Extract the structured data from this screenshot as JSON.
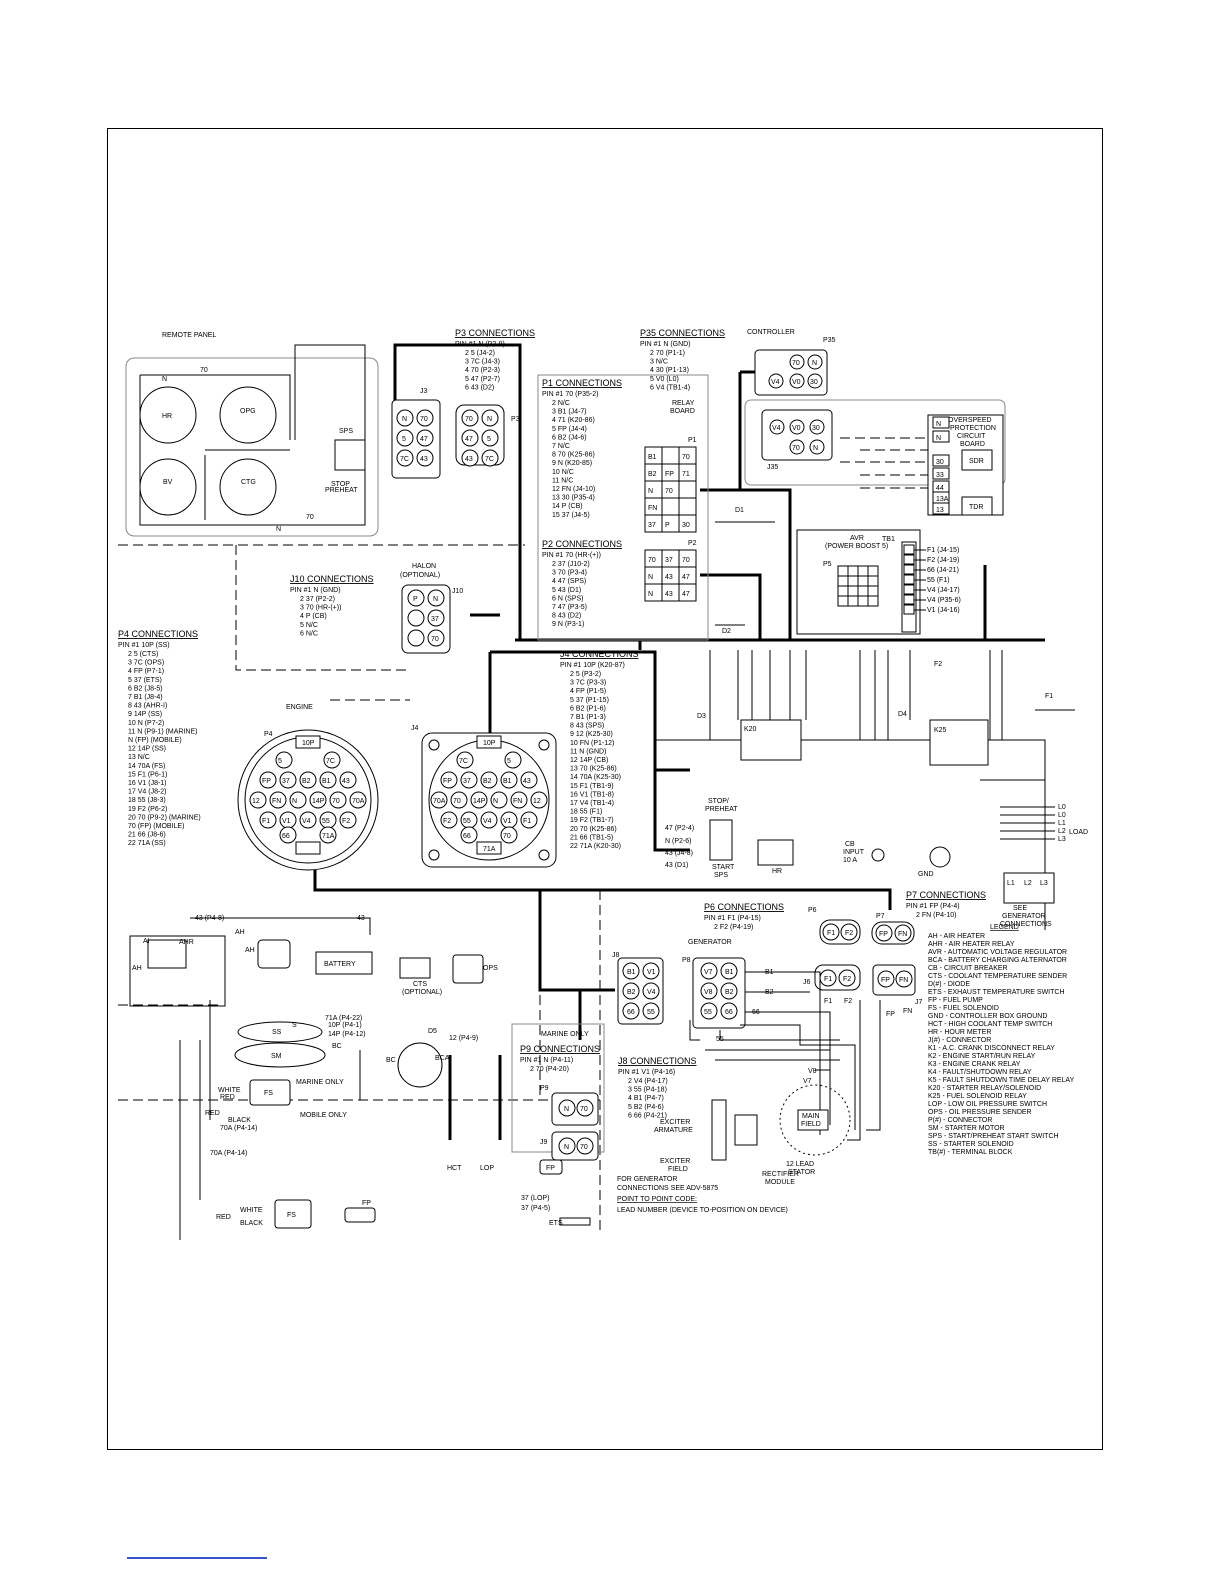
{
  "labels": {
    "remote_panel": "REMOTE PANEL",
    "controller": "CONTROLLER",
    "halon": "HALON",
    "halon2": "(OPTIONAL)",
    "engine": "ENGINE",
    "generator": "GENERATOR",
    "marine_only": "MARINE ONLY",
    "mobile_only": "MOBILE ONLY",
    "marine_only2": "MARINE ONLY",
    "relay_board": "RELAY",
    "relay_board2": "BOARD",
    "avr": "AVR",
    "avr2": "(POWER BOOST 5)",
    "overspeed": "OVERSPEED",
    "overspeed2": "PROTECTION",
    "overspeed3": "CIRCUIT",
    "overspeed4": "BOARD",
    "battery": "BATTERY",
    "ops": "OPS",
    "cts": "CTS",
    "cts2": "(OPTIONAL)",
    "bca": "BCA",
    "etsl": "ETS",
    "hct": "HCT",
    "lop": "LOP",
    "stop_preheat": "STOP/",
    "stop_preheat2": "PREHEAT",
    "start_sps": "START",
    "start_sps2": "SPS",
    "hr": "HR",
    "cb_input": "CB",
    "cb_input2": "INPUT",
    "cb_input3": "10 A",
    "gnd": "GND",
    "see_gen": "SEE",
    "see_gen2": "GENERATOR",
    "see_gen3": "CONNECTIONS",
    "exciter_arm": "EXCITER",
    "exciter_arm2": "ARMATURE",
    "exciter_field": "EXCITER",
    "exciter_field2": "FIELD",
    "rectifier": "RECTIFIER",
    "rectifier2": "MODULE",
    "stator": "12 LEAD",
    "stator2": "STATOR",
    "main_field": "MAIN",
    "main_field2": "FIELD",
    "gen_note1": "FOR GENERATOR",
    "gen_note2": "CONNECTIONS SEE ADV-5875",
    "ptp_title": "POINT TO POINT CODE:",
    "ptp_desc": "LEAD NUMBER (DEVICE TO-POSITION ON DEVICE)",
    "load": "LOAD",
    "legend_title": "LEGEND"
  },
  "connectors": {
    "j3": "J3",
    "p3": "P3",
    "p35": "P35",
    "j35": "J35",
    "p1": "P1",
    "p2": "P2",
    "j10": "J10",
    "p4": "P4",
    "j4": "J4",
    "p5": "P5",
    "tb1": "TB1",
    "p6": "P6",
    "p7": "P7",
    "j6": "J6",
    "j7": "J7",
    "j8": "J8",
    "p8": "P8",
    "p9": "P9",
    "j9": "J9",
    "d1": "D1",
    "d2": "D2",
    "d3": "D3",
    "d4": "D4",
    "d5": "D5",
    "k20": "K20",
    "k25": "K25",
    "f1": "F1",
    "f2": "F2"
  },
  "tables": {
    "p3": {
      "title": "P3 CONNECTIONS",
      "head": "PIN #1   N     (P2-9)",
      "rows": [
        "2   5     (J4-2)",
        "3   7C    (J4-3)",
        "4   70    (P2-3)",
        "5   47    (P2-7)",
        "6   43    (D2)"
      ]
    },
    "p35": {
      "title": "P35 CONNECTIONS",
      "head": "PIN #1   N     (GND)",
      "rows": [
        "2   70    (P1-1)",
        "3   N/C",
        "4   30    (P1-13)",
        "5   V0    (L0)",
        "6   V4    (TB1-4)"
      ]
    },
    "p1": {
      "title": "P1 CONNECTIONS",
      "head": "PIN #1   70    (P35-2)",
      "rows": [
        "2   N/C",
        "3   B1    (J4-7)",
        "4   71    (K20-86)",
        "5   FP    (J4-4)",
        "6   B2    (J4-6)",
        "7   N/C",
        "8   70    (K25-86)",
        "9   N     (K20-85)",
        "10  N/C",
        "11  N/C",
        "12  FN    (J4-10)",
        "13  30    (P35-4)",
        "14  P     (CB)",
        "15  37    (J4-5)"
      ]
    },
    "p2": {
      "title": "P2 CONNECTIONS",
      "head": "PIN #1   70    (HR-(+))",
      "rows": [
        "2   37    (J10-2)",
        "3   70    (P3-4)",
        "4   47    (SPS)",
        "5   43    (D1)",
        "6   N     (SPS)",
        "7   47    (P3-5)",
        "8   43    (D2)",
        "9   N     (P3-1)"
      ]
    },
    "j10": {
      "title": "J10 CONNECTIONS",
      "head": "PIN #1   N     (GND)",
      "rows": [
        "2   37    (P2-2)",
        "3   70    (HR-(+))",
        "4   P     (CB)",
        "5   N/C",
        "6   N/C"
      ]
    },
    "p4": {
      "title": "P4 CONNECTIONS",
      "head": "PIN #1   10P   (SS)",
      "rows": [
        "2   5     (CTS)",
        "3   7C    (OPS)",
        "4   FP    (P7-1)",
        "5   37    (ETS)",
        "6   B2    (J8-5)",
        "7   B1    (J8-4)",
        "8   43    (AHR-I)",
        "9   14P   (SS)",
        "10  N     (P7-2)",
        "11  N     (P9-1) (MARINE)",
        "    N     (FP) (MOBILE)",
        "12  14P   (SS)",
        "13  N/C",
        "14  70A   (FS)",
        "15  F1    (P6-1)",
        "16  V1    (J8-1)",
        "17  V4    (J8-2)",
        "18  55    (J8-3)",
        "19  F2    (P6-2)",
        "20  70    (P9-2) (MARINE)",
        "    70    (FP) (MOBILE)",
        "21  66    (J8-6)",
        "22  71A   (SS)"
      ]
    },
    "j4": {
      "title": "J4 CONNECTIONS",
      "head": "PIN #1   10P   (K20-87)",
      "rows": [
        "2   5     (P3-2)",
        "3   7C    (P3-3)",
        "4   FP    (P1-5)",
        "5   37    (P1-15)",
        "6   B2    (P1-6)",
        "7   B1    (P1-3)",
        "8   43    (SPS)",
        "9   12    (K25-30)",
        "10  FN    (P1-12)",
        "11  N     (GND)",
        "12  14P   (CB)",
        "13  70    (K25-86)",
        "14  70A   (K25-30)",
        "15  F1    (TB1-9)",
        "16  V1    (TB1-8)",
        "17  V4    (TB1-4)",
        "18  55    (F1)",
        "19  F2    (TB1-7)",
        "20  70    (K25-86)",
        "21  66    (TB1-5)",
        "22  71A   (K20-30)"
      ]
    },
    "p6": {
      "title": "P6 CONNECTIONS",
      "head": "PIN #1   F1    (P4-15)",
      "rows": [
        "2   F2    (P4-19)"
      ]
    },
    "p7": {
      "title": "P7 CONNECTIONS",
      "head": "PIN #1   FP    (P4-4)",
      "rows": [
        "2   FN    (P4-10)"
      ]
    },
    "p9": {
      "title": "P9 CONNECTIONS",
      "head": "PIN #1   N     (P4-11)",
      "rows": [
        "2   70    (P4-20)"
      ]
    },
    "j8": {
      "title": "J8 CONNECTIONS",
      "head": "PIN #1   V1    (P4-16)",
      "rows": [
        "2   V4    (P4-17)",
        "3   55    (P4-18)",
        "4   B1    (P4-7)",
        "5   B2    (P4-6)",
        "6   66    (P4-21)"
      ]
    }
  },
  "legend": [
    "AH - AIR HEATER",
    "AHR - AIR HEATER RELAY",
    "AVR - AUTOMATIC VOLTAGE REGULATOR",
    "BCA - BATTERY CHARGING ALTERNATOR",
    "CB - CIRCUIT BREAKER",
    "CTS - COOLANT TEMPERATURE SENDER",
    "D(#) - DIODE",
    "ETS - EXHAUST TEMPERATURE SWITCH",
    "FP - FUEL PUMP",
    "FS - FUEL SOLENOID",
    "GND - CONTROLLER BOX GROUND",
    "HCT - HIGH COOLANT TEMP SWITCH",
    "HR - HOUR METER",
    "J(#) - CONNECTOR",
    "K1 - A.C. CRANK DISCONNECT RELAY",
    "K2 - ENGINE START/RUN RELAY",
    "K3 - ENGINE CRANK RELAY",
    "K4 - FAULT/SHUTDOWN RELAY",
    "K5 - FAULT SHUTDOWN TIME DELAY RELAY",
    "K20 - STARTER RELAY/SOLENOID",
    "K25 - FUEL SOLENOID RELAY",
    "LOP - LOW OIL PRESSURE SWITCH",
    "OPS - OIL PRESSURE SENDER",
    "P(#) - CONNECTOR",
    "SM - STARTER MOTOR",
    "SPS - START/PREHEAT START SWITCH",
    "SS - STARTER SOLENOID",
    "TB(#) - TERMINAL BLOCK"
  ],
  "tb1_terms": [
    "F1 (J4-15)",
    "F2 (J4-19)",
    "66 (J4-21)",
    "55 (F1)",
    "V4 (J4-17)",
    "V4 (P35-6)",
    "V1 (J4-16)"
  ],
  "line_labels": [
    "L0",
    "L0",
    "L1",
    "L2",
    "L3"
  ],
  "plugs": {
    "j3": [
      "N",
      "70",
      "5",
      "47",
      "7C",
      "43"
    ],
    "p3": [
      "70",
      "N",
      "47",
      "5",
      "43",
      "7C"
    ],
    "p35": [
      "N",
      "70",
      "V4",
      "V0",
      "30"
    ],
    "j35": [
      "V4",
      "V0",
      "30",
      "70",
      "N"
    ],
    "p1": [
      "B1",
      "70",
      "B2",
      "FP",
      "71",
      "N",
      "70",
      "FN",
      "37",
      "P",
      "30"
    ],
    "p2": [
      "70",
      "37",
      "70",
      "N",
      "43",
      "47",
      "N",
      "43",
      "47"
    ],
    "j10": [
      "P",
      "N",
      "37",
      "70"
    ],
    "osp": [
      "N",
      "N",
      "30",
      "33",
      "44",
      "13A",
      "13"
    ],
    "p6": [
      "F1",
      "F2"
    ],
    "p7": [
      "FP",
      "FN"
    ],
    "j6": [
      "F1",
      "F2"
    ],
    "j7": [
      "FP",
      "FN"
    ],
    "j8": [
      "B1",
      "V1",
      "B2",
      "V4",
      "66",
      "55"
    ],
    "p8": [
      "V7",
      "B1",
      "V8",
      "B2",
      "55",
      "66"
    ],
    "p9": [
      "N",
      "70"
    ],
    "j9": [
      "N",
      "70"
    ],
    "p4": [
      "10P",
      "5",
      "7C",
      "FP",
      "37",
      "B2",
      "B1",
      "43",
      "12",
      "FN",
      "N",
      "14P",
      "70",
      "70A",
      "F1",
      "V1",
      "V4",
      "55",
      "F2",
      "66",
      "71A"
    ],
    "j4": [
      "10P",
      "7C",
      "5",
      "FP",
      "37",
      "B2",
      "B1",
      "43",
      "70A",
      "70",
      "14P",
      "N",
      "FN",
      "12",
      "F2",
      "55",
      "V4",
      "V1",
      "F1",
      "66",
      "70",
      "71A"
    ]
  },
  "wire_labels": {
    "w43": "43",
    "w43p48": "43 (P4-8)",
    "w71a": "71A (P4-22)",
    "w10p": "10P (P4-1)",
    "w14p": "14P (P4-12)",
    "w12": "12 (P4-9)",
    "w70a": "70A (P4-14)",
    "w70a2": "70A (P4-14)",
    "w37lop": "37 (LOP)",
    "w37p45": "37 (P4-5)",
    "w47": "47 (P2-4)",
    "wn26": "N (P2-6)",
    "w43j48": "43 (J4-8)",
    "w43d1": "43 (D1)",
    "wred": "RED",
    "wwhite": "WHITE",
    "wblack": "BLACK",
    "wred2": "RED",
    "wwhite2": "WHITE",
    "wblack2": "BLACK",
    "wbc": "BC",
    "wbc2": "BC",
    "wb1": "B1",
    "wb2": "B2",
    "w66": "66",
    "wv8": "V8",
    "wv7": "V7",
    "w55": "55",
    "wf1": "F1",
    "wf2": "F2",
    "wfp": "FP",
    "wfn": "FN",
    "wstop": "STOP",
    "wpreheat": "PREHEAT",
    "w70": "70",
    "w7c": "7C",
    "w5": "5",
    "ww70": "70",
    "wn": "N",
    "wn2": "N"
  },
  "devices": {
    "hr": "HR",
    "opg": "OPG",
    "bv": "BV",
    "ctg": "CTG",
    "sps": "SPS",
    "ss": "SS",
    "sm": "SM",
    "fs": "FS",
    "fs2": "FS",
    "fp": "FP",
    "ah": "AH",
    "ahr": "AHR",
    "ah2": "AH",
    "ai": "AI",
    "sdr": "SDR",
    "tdr": "TDR",
    "ets": "ETS",
    "ss_s": "S",
    "cb": "CB"
  }
}
